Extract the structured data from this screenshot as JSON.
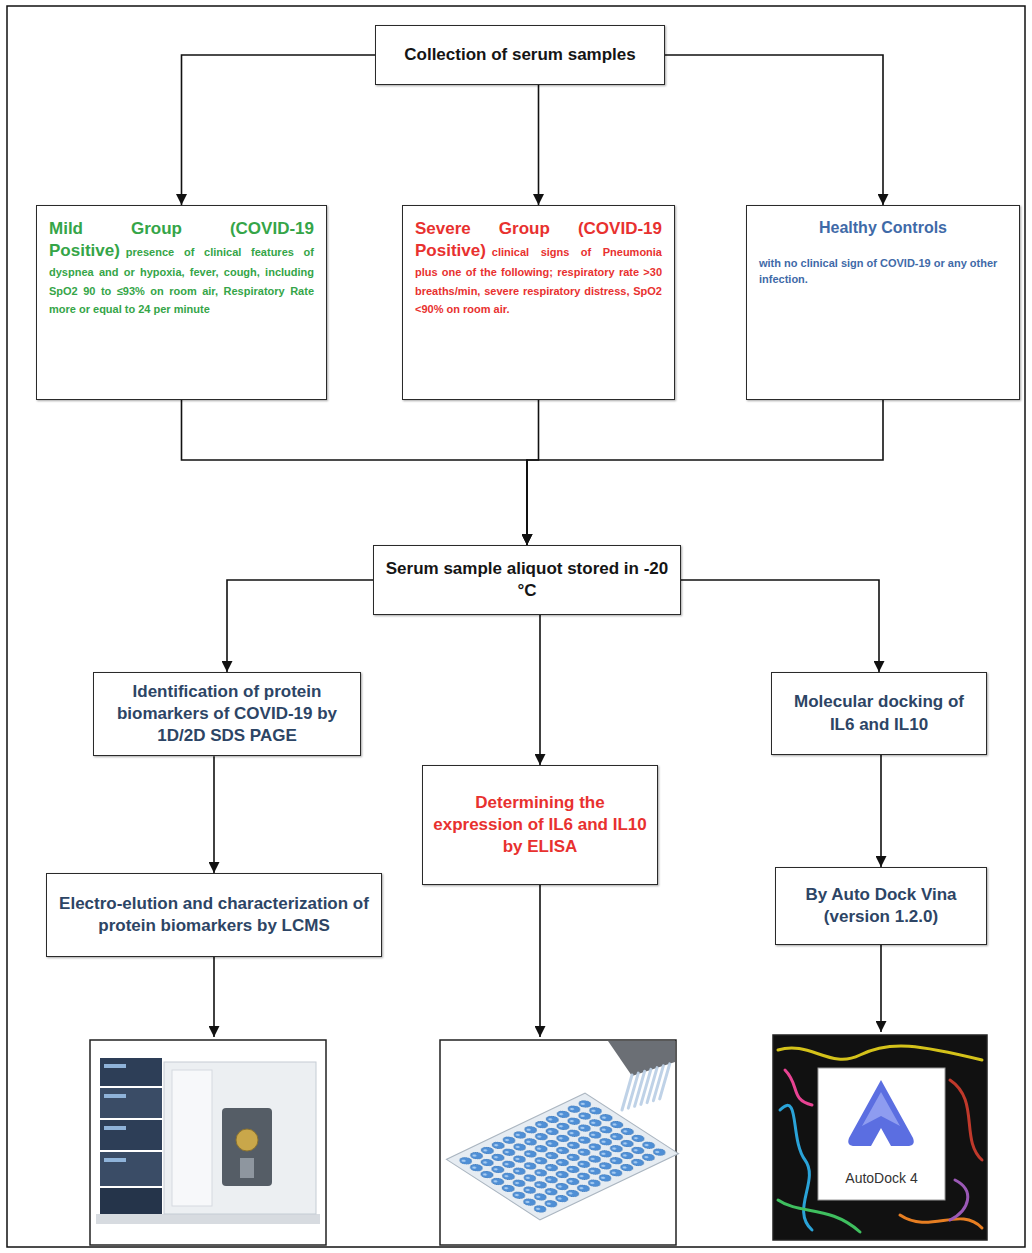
{
  "diagram": {
    "nodes": [
      {
        "text": [
          "Collection of serum samples"
        ]
      },
      {
        "text": [
          "Mild Group (COVID-19 Positive)",
          "presence of clinical features of dyspnea and or hypoxia, fever, cough, including SpO2 90 to ≤93% on room air, Respiratory Rate more or equal to 24 per minute"
        ]
      },
      {
        "text": [
          "Severe Group (COVID-19 Positive)",
          "clinical signs of Pneumonia plus one of the following; respiratory rate >30 breaths/min, severe respiratory distress, SpO2 <90% on room air."
        ]
      },
      {
        "text": [
          "Healthy Controls",
          "with no clinical sign of COVID-19 or any other infection."
        ]
      },
      {
        "text": [
          "Serum sample aliquot stored in -20 °C"
        ]
      },
      {
        "text": [
          "Identification of protein biomarkers of COVID-19 by 1D/2D SDS PAGE"
        ]
      },
      {
        "text": [
          "Electro-elution and characterization of protein biomarkers by LCMS"
        ]
      },
      {
        "text": [
          "Determining the expression of IL6 and IL10 by ELISA"
        ]
      },
      {
        "text": [
          "Molecular docking of IL6 and IL10"
        ]
      },
      {
        "text": [
          "By Auto Dock Vina (version 1.2.0)"
        ]
      }
    ],
    "edges": [
      {
        "from": 0,
        "to": 1,
        "arrow": "to"
      },
      {
        "from": 0,
        "to": 2,
        "arrow": "to"
      },
      {
        "from": 0,
        "to": 3,
        "arrow": "to"
      },
      {
        "from": 1,
        "to": 4,
        "arrow": "to"
      },
      {
        "from": 2,
        "to": 4,
        "arrow": "to"
      },
      {
        "from": 3,
        "to": 4,
        "arrow": "to"
      },
      {
        "from": 4,
        "to": 5,
        "arrow": "to"
      },
      {
        "from": 4,
        "to": 7,
        "arrow": "to"
      },
      {
        "from": 4,
        "to": 8,
        "arrow": "to"
      },
      {
        "from": 5,
        "to": 6,
        "arrow": "to"
      },
      {
        "from": 8,
        "to": 9,
        "arrow": "to"
      }
    ],
    "labels": [
      "AutoDock 4"
    ]
  }
}
